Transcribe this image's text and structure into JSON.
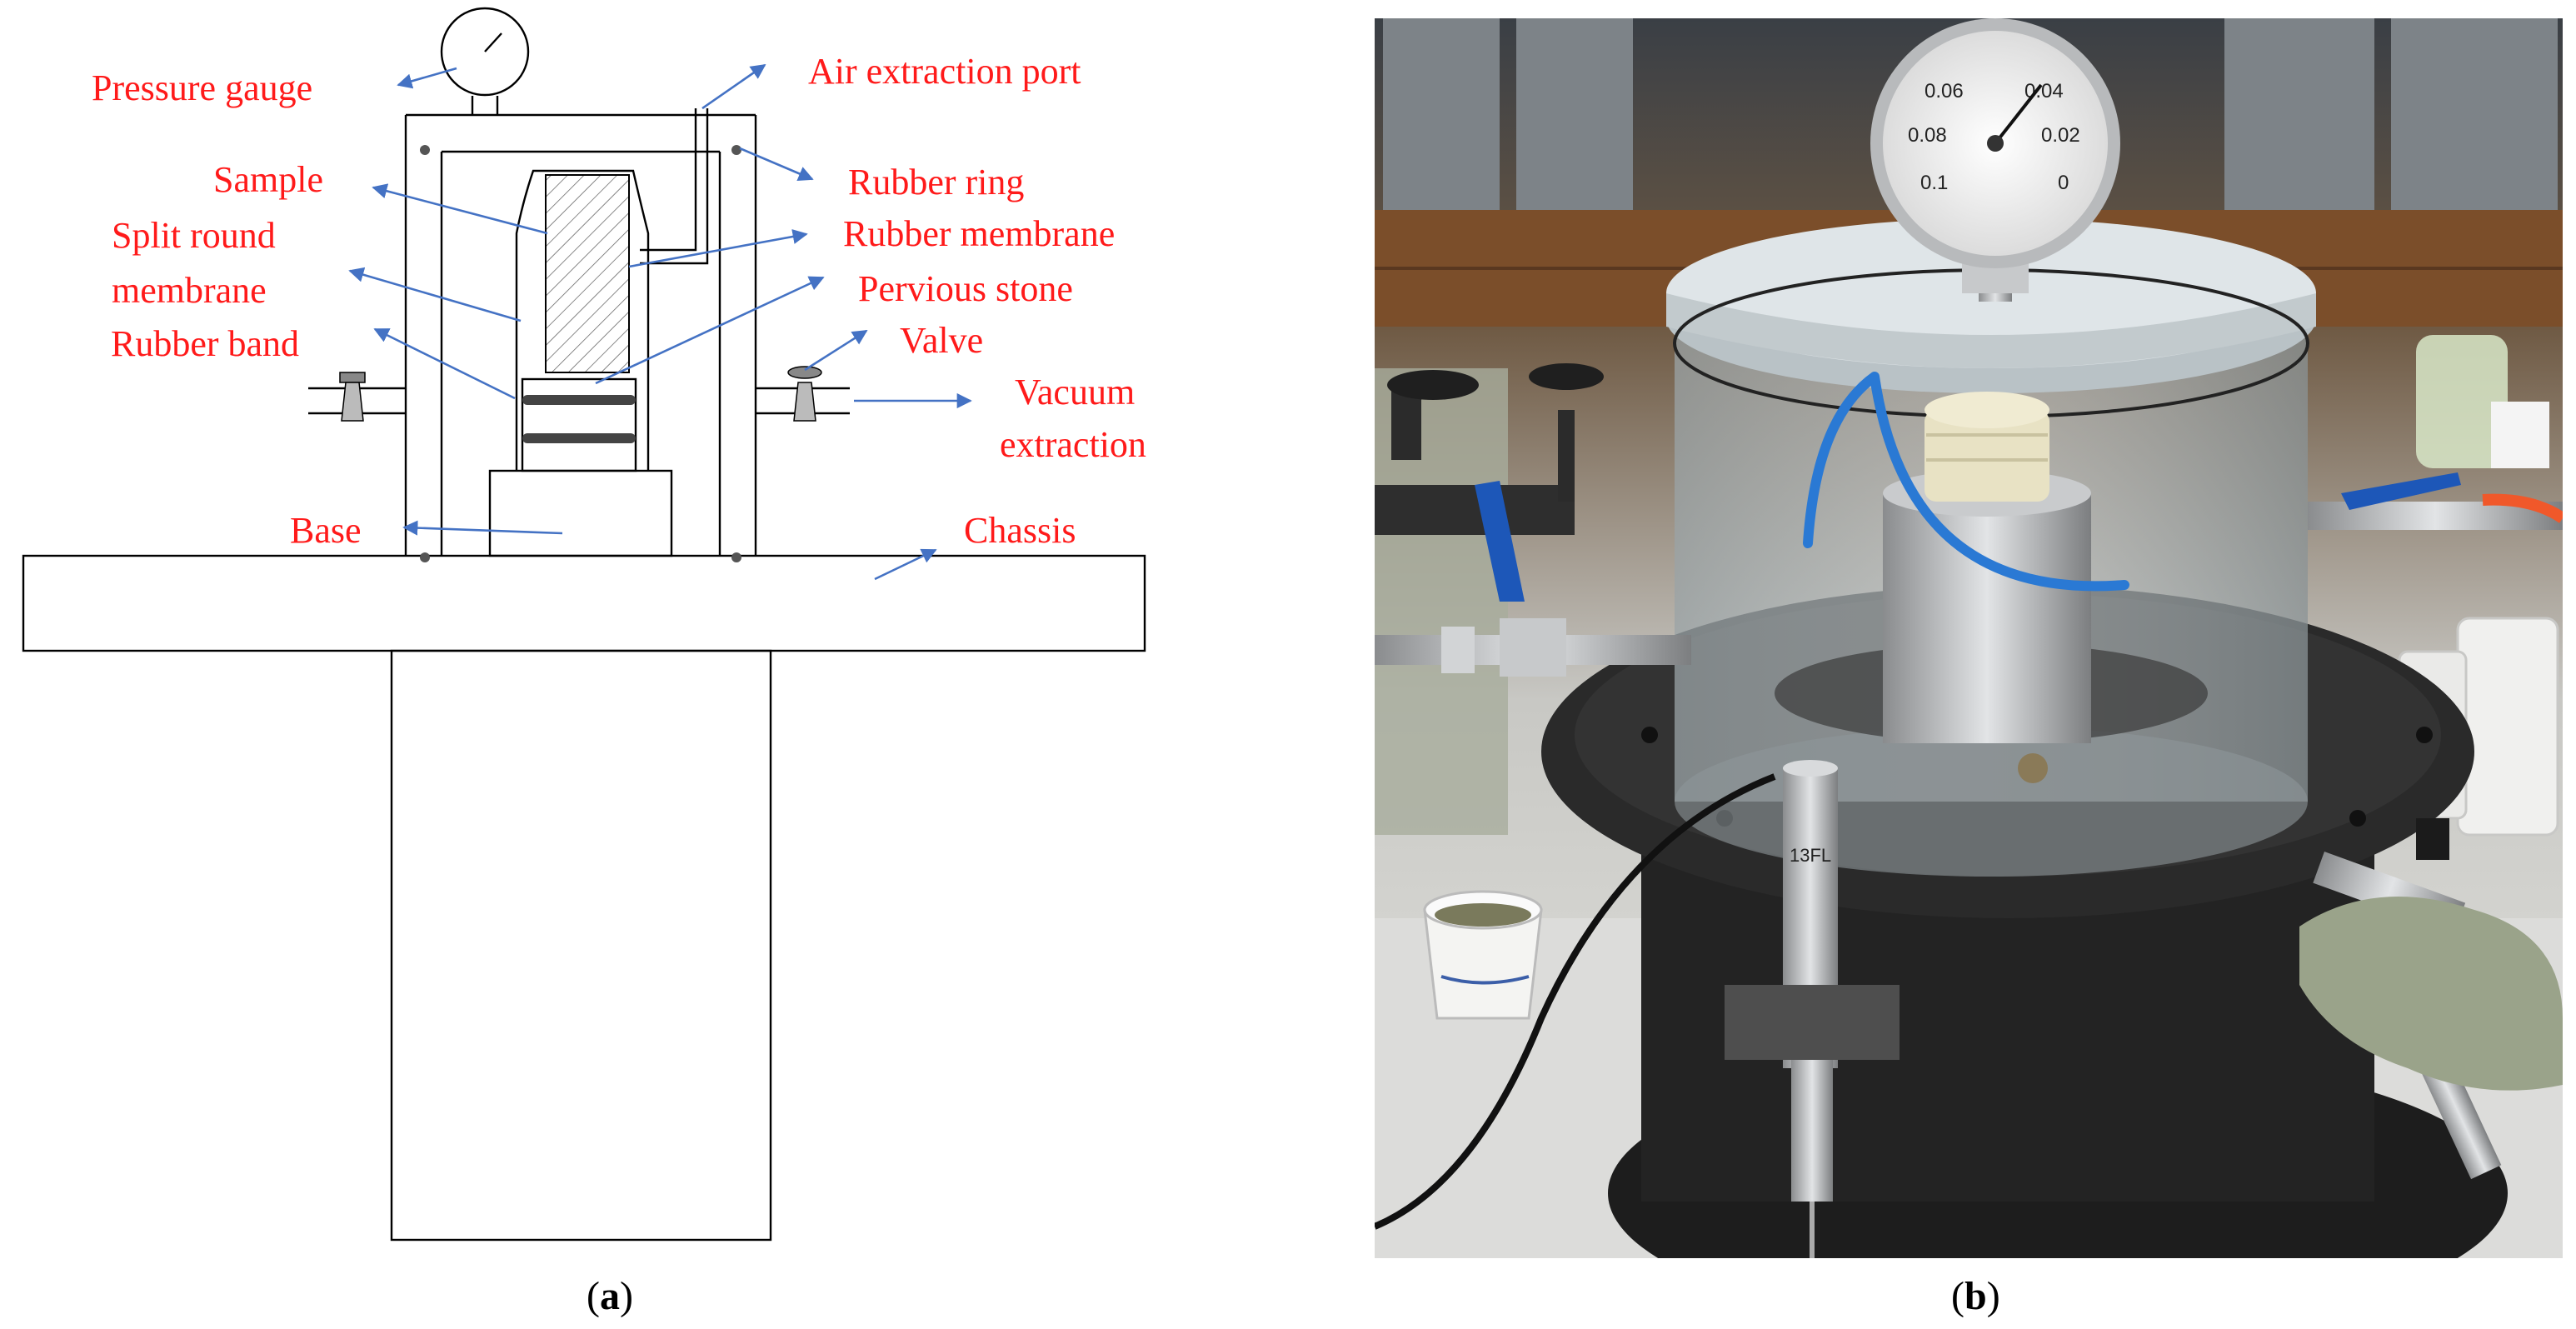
{
  "panel_a": {
    "labels": {
      "pressure_gauge": "Pressure gauge",
      "air_extraction_port": "Air extraction port",
      "sample": "Sample",
      "rubber_ring": "Rubber ring",
      "split_round_1": "Split round",
      "split_round_2": "membrane",
      "rubber_membrane": "Rubber membrane",
      "pervious_stone": "Pervious stone",
      "rubber_band": "Rubber band",
      "valve": "Valve",
      "vacuum_1": "Vacuum",
      "vacuum_2": "extraction",
      "base": "Base",
      "chassis": "Chassis"
    },
    "caption_letter": "a"
  },
  "panel_b": {
    "caption_letter": "b",
    "gauge_ticks": [
      "0.06",
      "0.04",
      "0.08",
      "0.02",
      "0.1",
      "0"
    ],
    "sensor_label": "13FL"
  },
  "colors": {
    "label": "#ff1a1a",
    "arrow": "#4472c4",
    "line": "#000000"
  }
}
